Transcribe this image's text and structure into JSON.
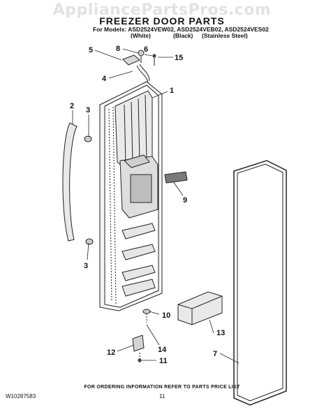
{
  "header": {
    "watermark": "AppliancePartsPros.com",
    "title": "FREEZER DOOR PARTS",
    "models_line": "For Models: ASD2524VEW02, ASD2524VEB02, ASD2524VES02",
    "variants": [
      "(White)",
      "(Black)",
      "(Stainless Steel)"
    ]
  },
  "callouts": [
    {
      "id": "5",
      "label": "5"
    },
    {
      "id": "8",
      "label": "8"
    },
    {
      "id": "6",
      "label": "6"
    },
    {
      "id": "15",
      "label": "15"
    },
    {
      "id": "4",
      "label": "4"
    },
    {
      "id": "1",
      "label": "1"
    },
    {
      "id": "2",
      "label": "2"
    },
    {
      "id": "3a",
      "label": "3"
    },
    {
      "id": "9",
      "label": "9"
    },
    {
      "id": "3b",
      "label": "3"
    },
    {
      "id": "10",
      "label": "10"
    },
    {
      "id": "13",
      "label": "13"
    },
    {
      "id": "12",
      "label": "12"
    },
    {
      "id": "14",
      "label": "14"
    },
    {
      "id": "7",
      "label": "7"
    },
    {
      "id": "11",
      "label": "11"
    }
  ],
  "footer": {
    "ordering_note": "FOR ORDERING INFORMATION REFER TO PARTS PRICE LIST",
    "doc_number": "W10287583",
    "page_number": "11"
  }
}
